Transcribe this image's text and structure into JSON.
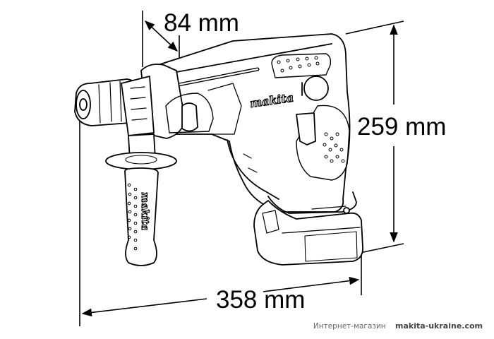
{
  "diagram": {
    "subject": "Makita cordless rotary hammer (dimension drawing)",
    "brand_marks": [
      "makita",
      "makita"
    ],
    "dimensions": {
      "depth": {
        "value": 84,
        "unit": "mm",
        "label": "84 mm"
      },
      "height": {
        "value": 259,
        "unit": "mm",
        "label": "259 mm"
      },
      "length": {
        "value": 358,
        "unit": "mm",
        "label": "358 mm"
      }
    },
    "colors": {
      "line": "#000000",
      "background": "#ffffff",
      "footer_text": "#555555"
    }
  },
  "footer": {
    "shop_label": "Интернет-магазин",
    "site": "makita-ukraine.com"
  }
}
